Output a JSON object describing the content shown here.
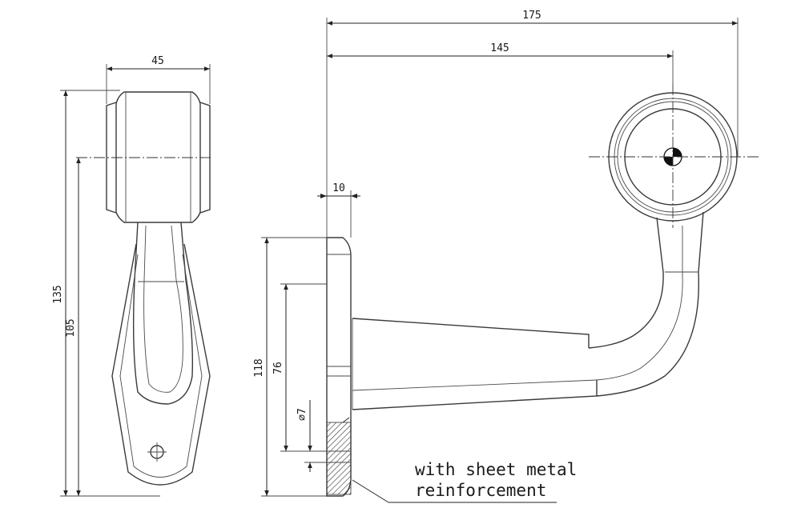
{
  "drawing": {
    "dimensions": {
      "width_45": "45",
      "height_135": "135",
      "height_105": "105",
      "length_175": "175",
      "length_145": "145",
      "thickness_10": "10",
      "height_118": "118",
      "spacing_76": "76",
      "hole_diameter": "∅7"
    },
    "note": {
      "line1": "with sheet metal",
      "line2": "reinforcement"
    }
  }
}
